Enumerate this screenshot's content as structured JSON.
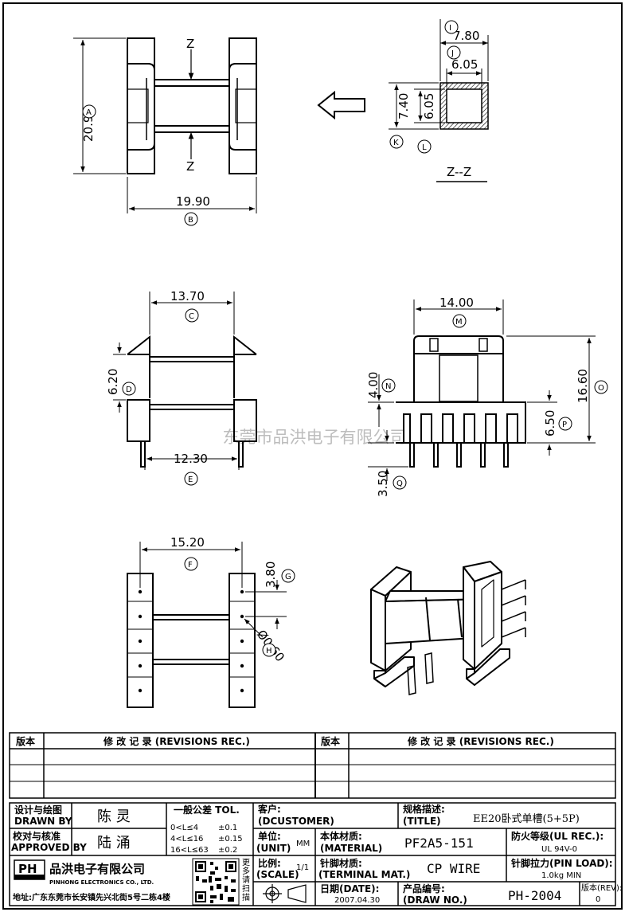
{
  "drawing": {
    "top_view": {
      "width": "19.90",
      "width_label": "B",
      "height": "20.90",
      "height_label": "A",
      "section_mark": "Z"
    },
    "section_view": {
      "title": "Z--Z",
      "outer_width": "7.80",
      "outer_width_label": "I",
      "inner_width": "6.05",
      "inner_width_label": "J",
      "outer_height": "7.40",
      "outer_height_label": "K",
      "inner_height": "6.05",
      "inner_height_label": "L"
    },
    "front_view": {
      "top_width": "13.70",
      "top_width_label": "C",
      "flange_gap": "6.20",
      "flange_gap_label": "D",
      "bottom_width": "12.30",
      "bottom_width_label": "E"
    },
    "side_view": {
      "width": "14.00",
      "width_label": "M",
      "total_height": "16.60",
      "total_height_label": "O",
      "upper_height": "4.00",
      "upper_height_label": "N",
      "base_height": "6.50",
      "base_height_label": "P",
      "pin_length": "3.50",
      "pin_length_label": "Q"
    },
    "bottom_view": {
      "pin_span": "15.20",
      "pin_span_label": "F",
      "pin_pitch": "3.80",
      "pin_pitch_label": "G",
      "pin_dia": "Ø0.60",
      "pin_dia_label": "H"
    },
    "watermark": "东莞市品洪电子有限公司"
  },
  "revisions": {
    "col_version": "版本",
    "col_record": "修 改 记 录 (REVISIONS REC.)"
  },
  "title_block": {
    "design_label_cn": "设计与绘图",
    "design_label_en": "DRAWN BY",
    "design_value": "陈 灵",
    "approve_label_cn": "校对与核准",
    "approve_label_en": "APPROVED BY",
    "approve_value": "陆 涌",
    "tol_title": "一般公差 TOL.",
    "tol_rows": [
      {
        "range": "0<L≤4",
        "tol": "±0.1"
      },
      {
        "range": "4<L≤16",
        "tol": "±0.15"
      },
      {
        "range": "16<L≤63",
        "tol": "±0.2"
      }
    ],
    "customer_label_cn": "客户:",
    "customer_label_en": "(DCUSTOMER)",
    "spec_label_cn": "规格描述:",
    "spec_label_en": "(TITLE)",
    "spec_value": "EE20卧式单槽(5+5P)",
    "unit_label_cn": "单位:",
    "unit_label_en": "(UNIT)",
    "unit_value": "MM",
    "material_label_cn": "本体材质:",
    "material_label_en": "(MATERIAL)",
    "material_value": "PF2A5-151",
    "ul_label_cn": "防火等级(UL REC.):",
    "ul_value": "UL 94V-0",
    "scale_label_cn": "比例:",
    "scale_label_en": "(SCALE)",
    "scale_value": "1/1",
    "terminal_label_cn": "针脚材质:",
    "terminal_label_en": "(TERMINAL MAT.)",
    "terminal_value": "CP WIRE",
    "pinload_label": "针脚拉力(PIN LOAD):",
    "pinload_value": "1.0kg MIN",
    "date_label": "日期(DATE):",
    "date_value": "2007.04.30",
    "drawno_label_cn": "产品编号:",
    "drawno_label_en": "(DRAW NO.)",
    "drawno_value": "PH-2004",
    "rev_label": "版本(REV):",
    "rev_value": "0",
    "company_logo": "PH",
    "company_cn": "品洪电子有限公司",
    "company_en": "PINHONG ELECTRONICS CO., LTD.",
    "address": "地址:广东东莞市长安镇先兴北街5号二栋4楼",
    "qr_side_text": "更多请扫描"
  }
}
